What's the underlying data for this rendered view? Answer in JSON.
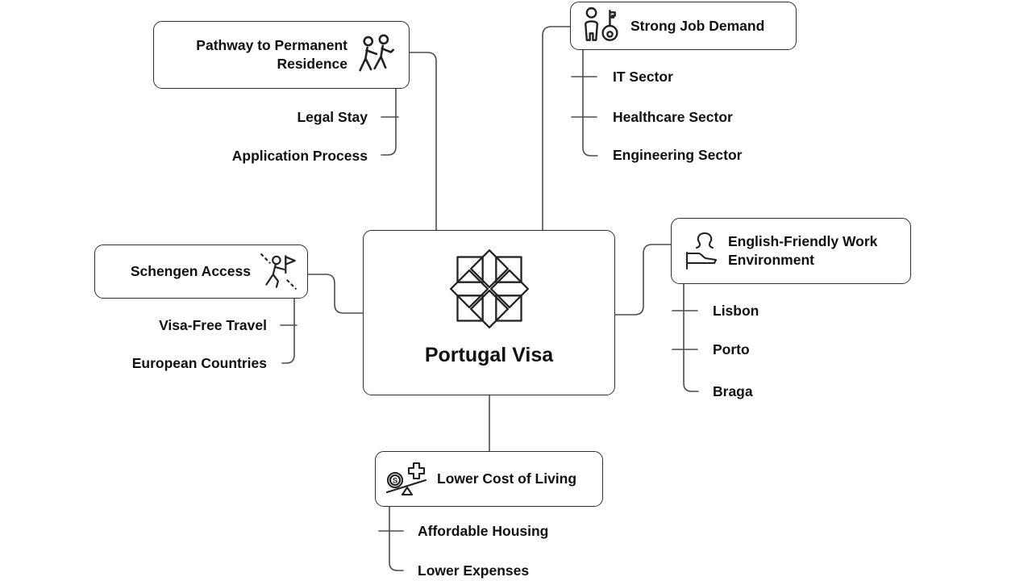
{
  "diagram": {
    "type": "mindmap",
    "colors": {
      "background": "#ffffff",
      "node_border": "#2f2f2f",
      "connector": "#4d4d4d",
      "text": "#111111"
    },
    "center": {
      "label": "Portugal Visa",
      "icon": "compass-ornament-icon"
    },
    "branches": [
      {
        "id": "pathway",
        "label": "Pathway to Permanent Residence",
        "icon": "walking-couple-icon",
        "children": [
          "Legal Stay",
          "Application Process"
        ]
      },
      {
        "id": "jobs",
        "label": "Strong Job Demand",
        "icon": "person-key-icon",
        "children": [
          "IT Sector",
          "Healthcare Sector",
          "Engineering Sector"
        ]
      },
      {
        "id": "schengen",
        "label": "Schengen Access",
        "icon": "hiker-flag-icon",
        "children": [
          "Visa-Free Travel",
          "European Countries"
        ]
      },
      {
        "id": "english",
        "label": "English-Friendly Work Environment",
        "icon": "person-flag-icon",
        "children": [
          "Lisbon",
          "Porto",
          "Braga"
        ]
      },
      {
        "id": "cost",
        "label": "Lower Cost of Living",
        "icon": "coin-balance-icon",
        "children": [
          "Affordable Housing",
          "Lower Expenses"
        ]
      }
    ]
  }
}
